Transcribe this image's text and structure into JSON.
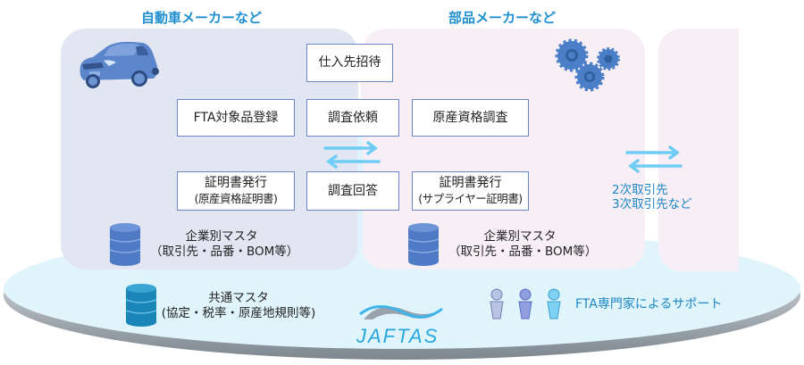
{
  "headings": {
    "automaker": "自動車メーカーなど",
    "parts_maker": "部品メーカーなど"
  },
  "process_boxes": {
    "invite_supplier": "仕入先招待",
    "fta_product_registration": "FTA対象品登録",
    "investigation_request": "調査依頼",
    "origin_qualification_investigation": "原産資格調査",
    "certificate_issue_left": {
      "title": "証明書発行",
      "sub": "(原産資格証明書)"
    },
    "investigation_response": "調査回答",
    "certificate_issue_right": {
      "title": "証明書発行",
      "sub": "(サプライヤー証明書)"
    }
  },
  "tier_suppliers": {
    "line1": "2次取引先",
    "line2": "3次取引先など"
  },
  "masters": {
    "company_left": {
      "title": "企業別マスタ",
      "sub": "（取引先・品番・BOM等）"
    },
    "company_right": {
      "title": "企業別マスタ",
      "sub": "（取引先・品番・BOM等）"
    },
    "common": {
      "title": "共通マスタ",
      "sub": "(協定・税率・原産地規則等)"
    }
  },
  "support": {
    "label": "FTA専門家によるサポート",
    "people_colors": [
      "#b9c4e4",
      "#8f9fe0",
      "#7fd0f2"
    ]
  },
  "logo": {
    "text": "JAFTAS"
  },
  "icons": [
    "car-icon",
    "gears-icon",
    "database-icon",
    "person-icon",
    "exchange-arrows-icon"
  ],
  "colors": {
    "heading": "#1f8fd0",
    "arrow": "#6fcdf5",
    "db_company": "#4f7bc6",
    "db_common": "#1a86b8",
    "panel_left": "#e1e6f2",
    "panel_pink": "#f8eef5",
    "platform": "#e0f4fc"
  }
}
